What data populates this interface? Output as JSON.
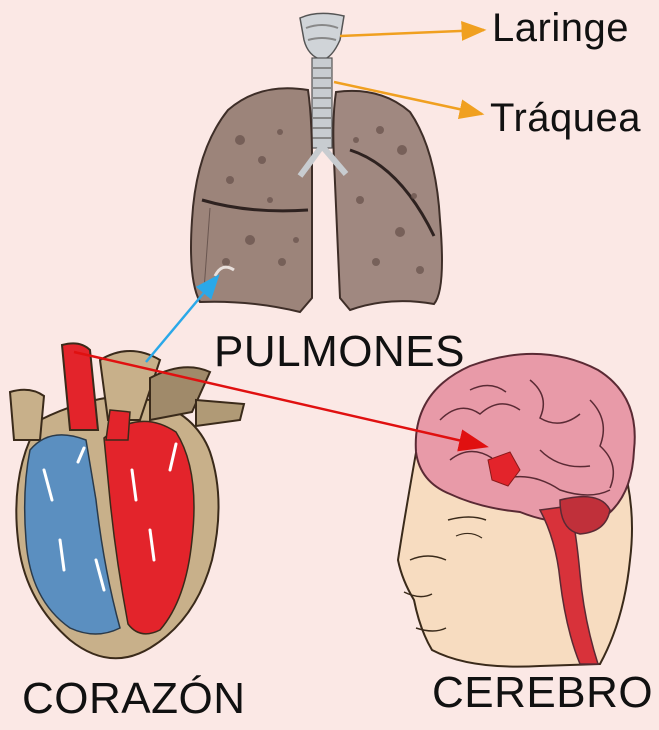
{
  "labels": {
    "laringe": "Laringe",
    "traquea": "Tráquea",
    "pulmones": "PULMONES",
    "corazon": "CORAZÓN",
    "cerebro": "CEREBRO"
  },
  "colors": {
    "background": "#fbe8e5",
    "pointer_arrow": "#f0a020",
    "oxygen_arrow": "#2aa8e8",
    "blood_arrow": "#e01010",
    "lung_tissue": "#9c847a",
    "artery": "#e3242b",
    "vein": "#5b8fc0",
    "brain": "#e89aa8",
    "skin": "#f7dcc0"
  }
}
